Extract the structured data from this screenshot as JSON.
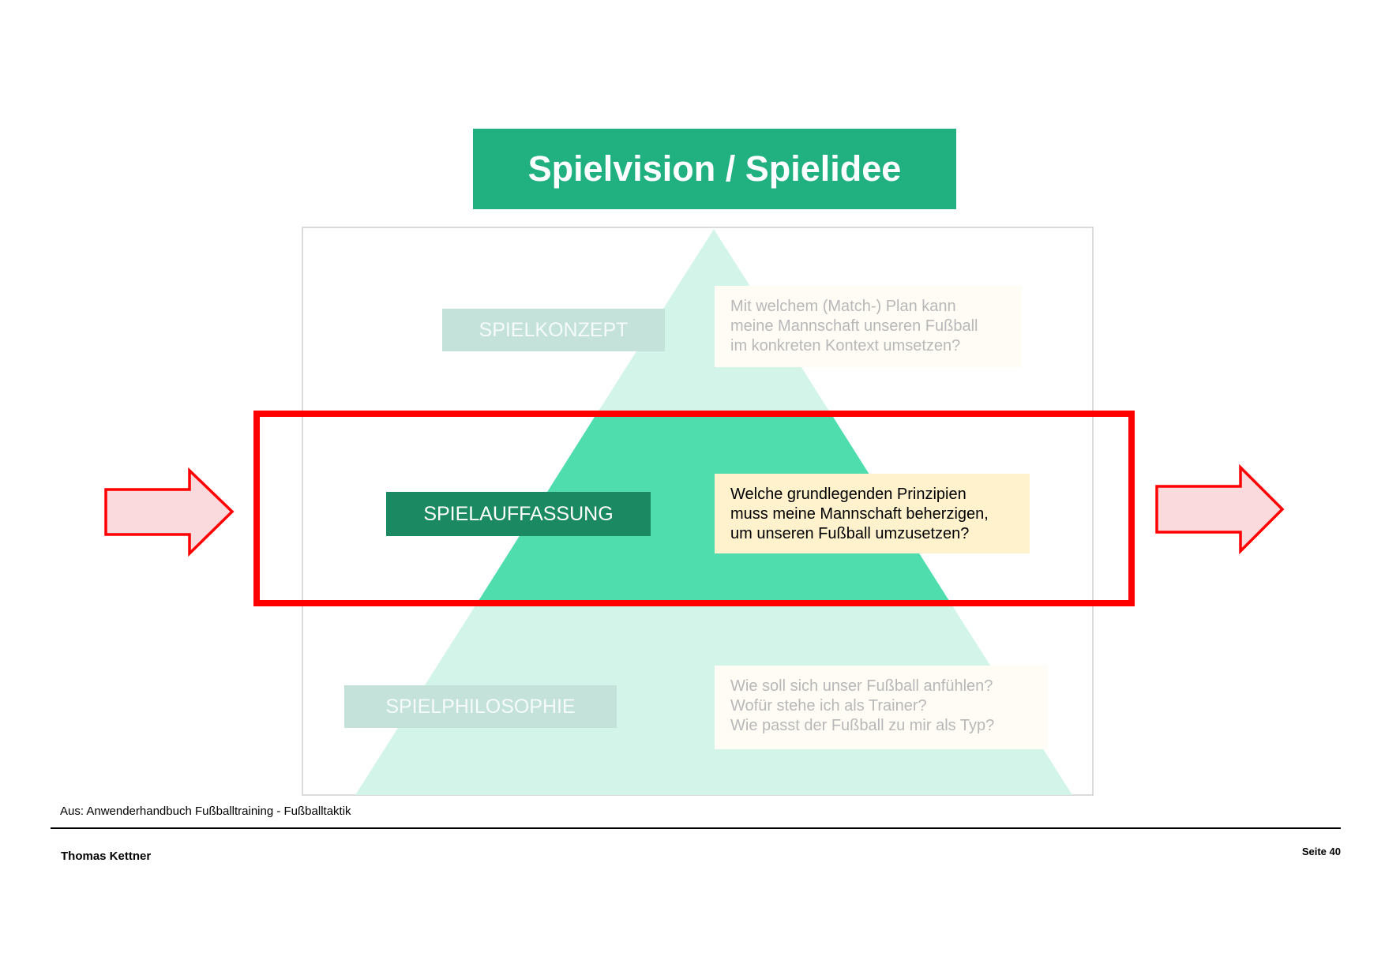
{
  "title": "Spielvision / Spielidee",
  "levels": [
    {
      "label": "SPIELKONZEPT",
      "question": [
        "Mit welchem (Match-) Plan kann",
        "meine Mannschaft unseren Fußball",
        "im konkreten Kontext umsetzen?"
      ],
      "highlighted": false
    },
    {
      "label": "SPIELAUFFASSUNG",
      "question": [
        "Welche grundlegenden Prinzipien",
        "muss meine Mannschaft beherzigen,",
        "um unseren Fußball umzusetzen?"
      ],
      "highlighted": true
    },
    {
      "label": "SPIELPHILOSOPHIE",
      "question": [
        "Wie soll sich unser Fußball anfühlen?",
        "Wofür stehe ich als Trainer?",
        "Wie passt der Fußball zu mir als Typ?"
      ],
      "highlighted": false
    }
  ],
  "colors": {
    "title_bg": "#21b07f",
    "pyramid_light": "#d3f5e9",
    "pyramid_active": "#4fddad",
    "active_label": "#1b8a62",
    "highlight_frame": "#ff0000",
    "arrow_fill": "#fadadd"
  },
  "caption": "Aus: Anwenderhandbuch Fußballtraining - Fußballtaktik",
  "footer": {
    "author": "Thomas Kettner",
    "page": "Seite 40"
  }
}
